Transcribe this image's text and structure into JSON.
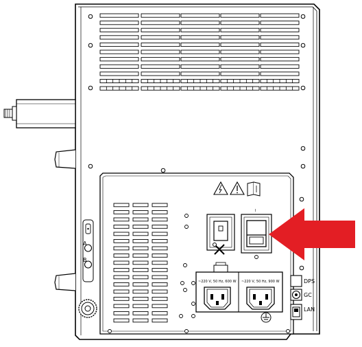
{
  "labels": {
    "vent_symbol": "I",
    "port_a": "A",
    "port_b": "B",
    "voltage_left": "~220 V, 50 Hz, 600 W",
    "voltage_right": "~220 V, 50 Hz, 900 W",
    "dps": "DPS",
    "gc": "GC",
    "lan": "LAN"
  },
  "colors": {
    "arrow": "#e31e24",
    "line": "#000000"
  },
  "icons": [
    "warning-electrical-icon",
    "warning-general-icon",
    "manual-book-icon",
    "tools-icon",
    "ground-icon"
  ]
}
